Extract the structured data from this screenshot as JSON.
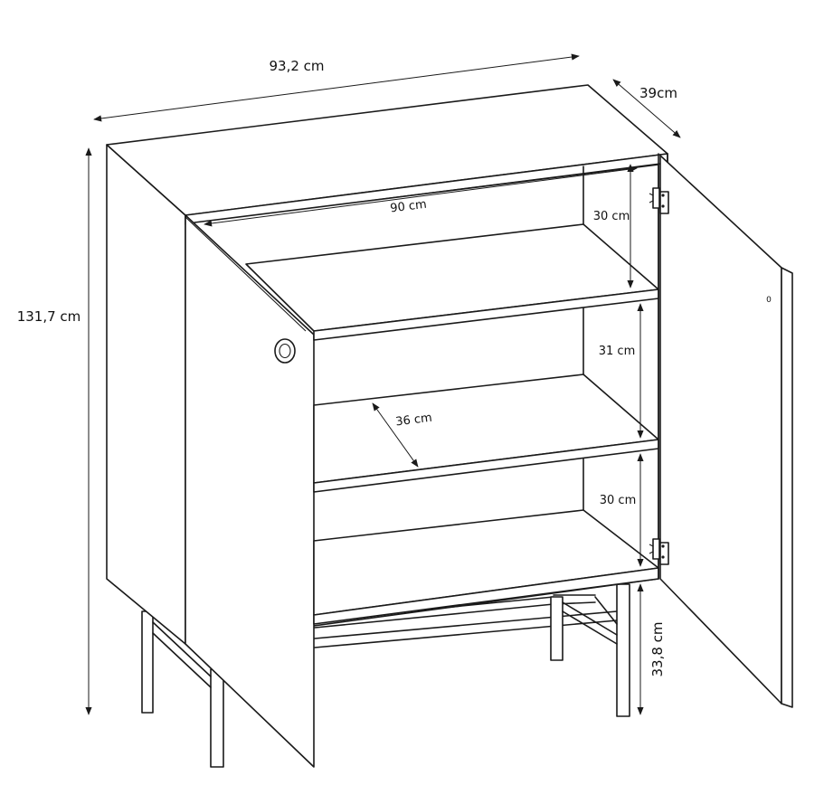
{
  "colors": {
    "line": "#1a1a1a",
    "background": "#ffffff"
  },
  "dimensions": {
    "width": "93,2 cm",
    "depth": "39cm",
    "height": "131,7 cm",
    "inner_width": "90 cm",
    "shelf_depth": "36 cm",
    "shelf_gap_top": "30 cm",
    "shelf_gap_middle": "31 cm",
    "shelf_gap_bottom": "30 cm",
    "leg_height": "33,8 cm"
  },
  "door_mark": "0",
  "icons": [
    "knob-icon",
    "hinge-icon",
    "dimension-arrow-icon"
  ]
}
